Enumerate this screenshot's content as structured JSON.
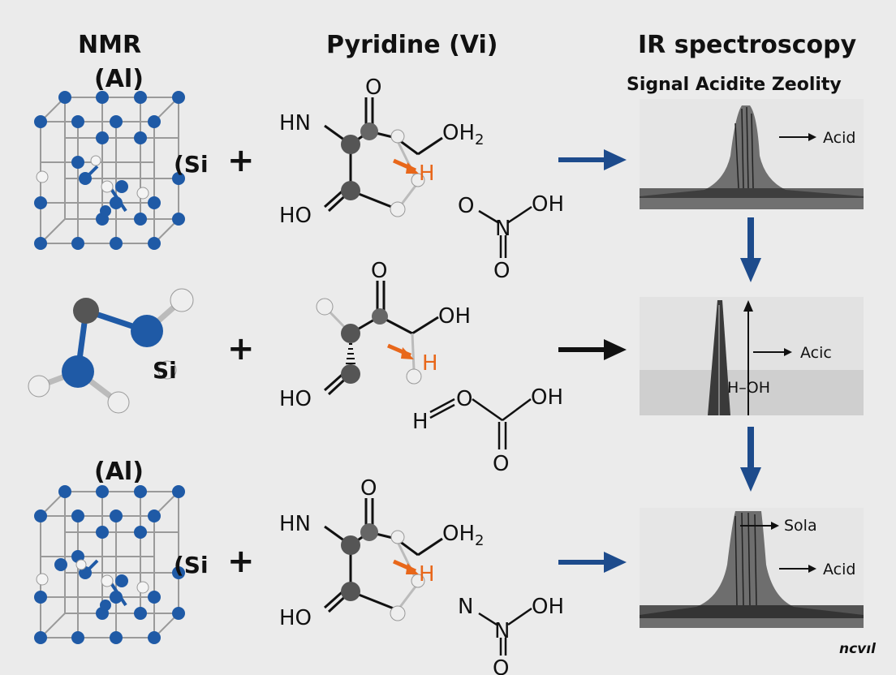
{
  "headers": {
    "nmr": "NMR",
    "al_top": "(Al)",
    "pyridine": "Pyridine (Vi)",
    "ir": "IR spectroscopy",
    "ir_sub": "Signal Acidite Zeolity"
  },
  "row1": {
    "si_label": "(Si",
    "plus": "+",
    "mol": {
      "hn": "HN",
      "o_top": "O",
      "oh2": "OH",
      "oh2_sub": "2",
      "h": "H",
      "ho": "HO"
    },
    "side": {
      "o": "O",
      "n": "N",
      "oh": "OH",
      "o_bottom": "O"
    },
    "spectrum": {
      "label": "Acid"
    }
  },
  "row2": {
    "si_label": "Si",
    "plus": "+",
    "mol": {
      "o_top": "O",
      "oh": "OH",
      "h": "H",
      "ho": "HO"
    },
    "side": {
      "h": "H",
      "o": "O",
      "oh": "OH",
      "o_bottom": "O"
    },
    "spectrum": {
      "label": "Acic",
      "peak_label": "H–OH"
    }
  },
  "row3": {
    "al_label": "(Al)",
    "si_label": "(Si",
    "plus": "+",
    "mol": {
      "hn": "HN",
      "o_top": "O",
      "oh2": "OH",
      "oh2_sub": "2",
      "h": "H",
      "ho": "HO"
    },
    "side": {
      "n": "N",
      "n2": "N",
      "oh": "OH",
      "o_bottom": "O"
    },
    "spectrum": {
      "label_top": "Sola",
      "label": "Acid"
    }
  },
  "footer": {
    "signature": "ncvıl"
  },
  "colors": {
    "blue_atom": "#1f5aa6",
    "arrow_blue": "#1d4b8c",
    "orange": "#e8671a",
    "background": "#ebebeb"
  }
}
